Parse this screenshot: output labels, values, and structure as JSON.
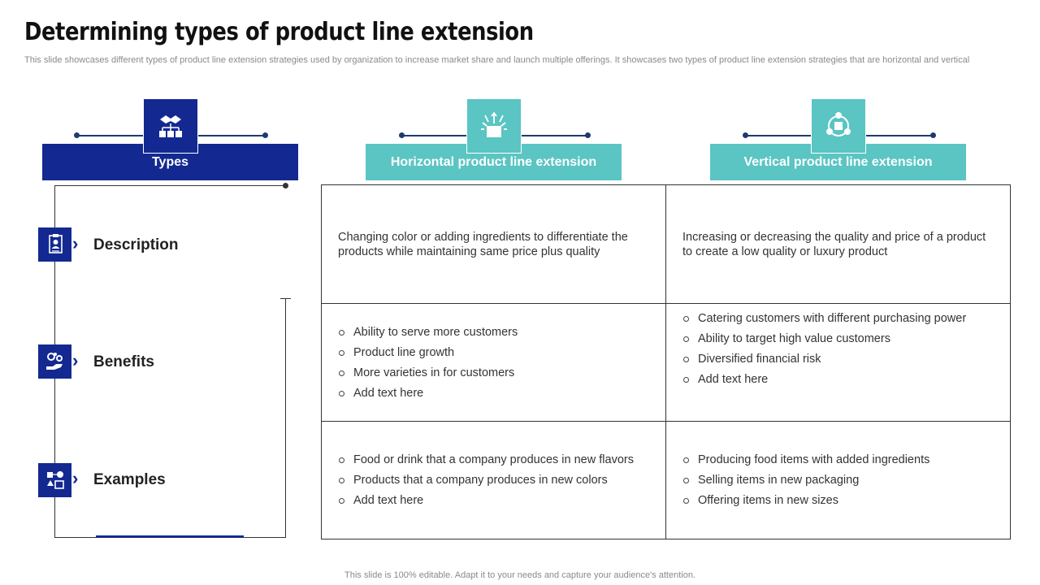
{
  "title": "Determining types of product line extension",
  "subtitle": "This slide showcases different types of product line extension strategies used by organization to increase market share and launch multiple offerings. It showcases two types of product line extension strategies that are horizontal and vertical",
  "footer": "This slide is 100% editable. Adapt it to your needs and capture your audience's attention.",
  "colors": {
    "navy": "#132991",
    "teal": "#5ac5c3",
    "line": "#1f3a6e"
  },
  "columns": [
    {
      "label": "Types",
      "icon": "handshake-hierarchy-icon"
    },
    {
      "label": "Horizontal product line extension",
      "icon": "box-arrows-icon"
    },
    {
      "label": "Vertical product line extension",
      "icon": "cycle-box-icon"
    }
  ],
  "rows": [
    {
      "label": "Description",
      "icon": "clipboard-person-icon",
      "horizontal": "Changing color or adding ingredients to differentiate the products while maintaining same price plus quality",
      "vertical": "Increasing or decreasing the quality and price of a product to create a low quality or luxury product"
    },
    {
      "label": "Benefits",
      "icon": "gears-hand-icon",
      "horizontal": [
        "Ability to serve more customers",
        "Product line growth",
        "More varieties in for customers",
        "Add text here"
      ],
      "vertical": [
        "Catering customers with different purchasing power",
        "Ability to target high value customers",
        "Diversified financial risk",
        "Add text here"
      ]
    },
    {
      "label": "Examples",
      "icon": "shapes-boxes-icon",
      "horizontal": [
        "Food or drink that a company produces in new flavors",
        "Products that a company produces in new colors",
        "Add text here"
      ],
      "vertical": [
        "Producing food items with added ingredients",
        "Selling items in new packaging",
        "Offering items in new sizes"
      ]
    }
  ]
}
